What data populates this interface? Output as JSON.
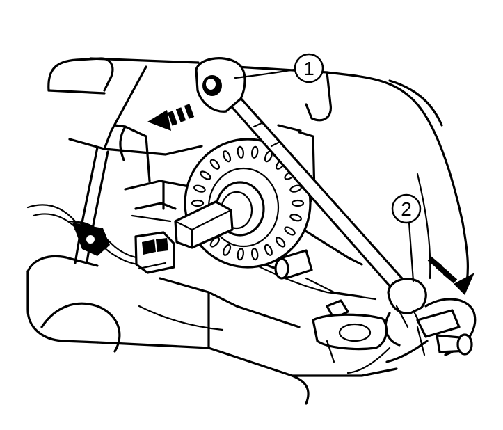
{
  "callouts": [
    {
      "id": "1",
      "label": "1"
    },
    {
      "id": "2",
      "label": "2"
    }
  ],
  "arrows": [
    {
      "name": "left-arrow",
      "direction": "left"
    },
    {
      "name": "right-arrow",
      "direction": "right"
    }
  ],
  "colors": {
    "ink": "#000000",
    "paper": "#ffffff"
  }
}
